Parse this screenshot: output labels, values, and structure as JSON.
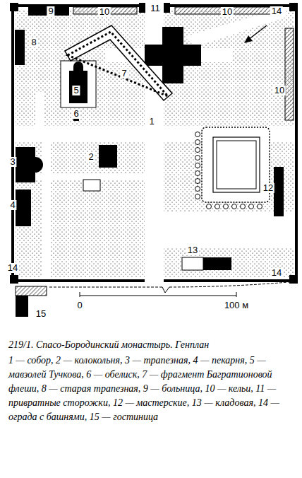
{
  "diagram": {
    "title": "219/1. Спасо-Бородинский монастырь. Генплан",
    "caption": "1 — собор, 2 — колокольня, 3 — трапезная, 4 — пекарня, 5 — мавзолей Тучкова, 6 — обелиск, 7 — фрагмент Багратионовой флеши, 8 — старая трапезная, 9 — больница, 10 — кельи, 11 — привратные сторожки, 12 — мастерские, 13 — кладовая, 14 — ограда с башнями, 15 — гостиница",
    "labels": [
      "9",
      "10",
      "11",
      "10",
      "14",
      "8",
      "7",
      "5",
      "10",
      "6",
      "1",
      "3",
      "2",
      "12",
      "4",
      "13",
      "14",
      "14",
      "15",
      "0",
      "100 м"
    ]
  }
}
